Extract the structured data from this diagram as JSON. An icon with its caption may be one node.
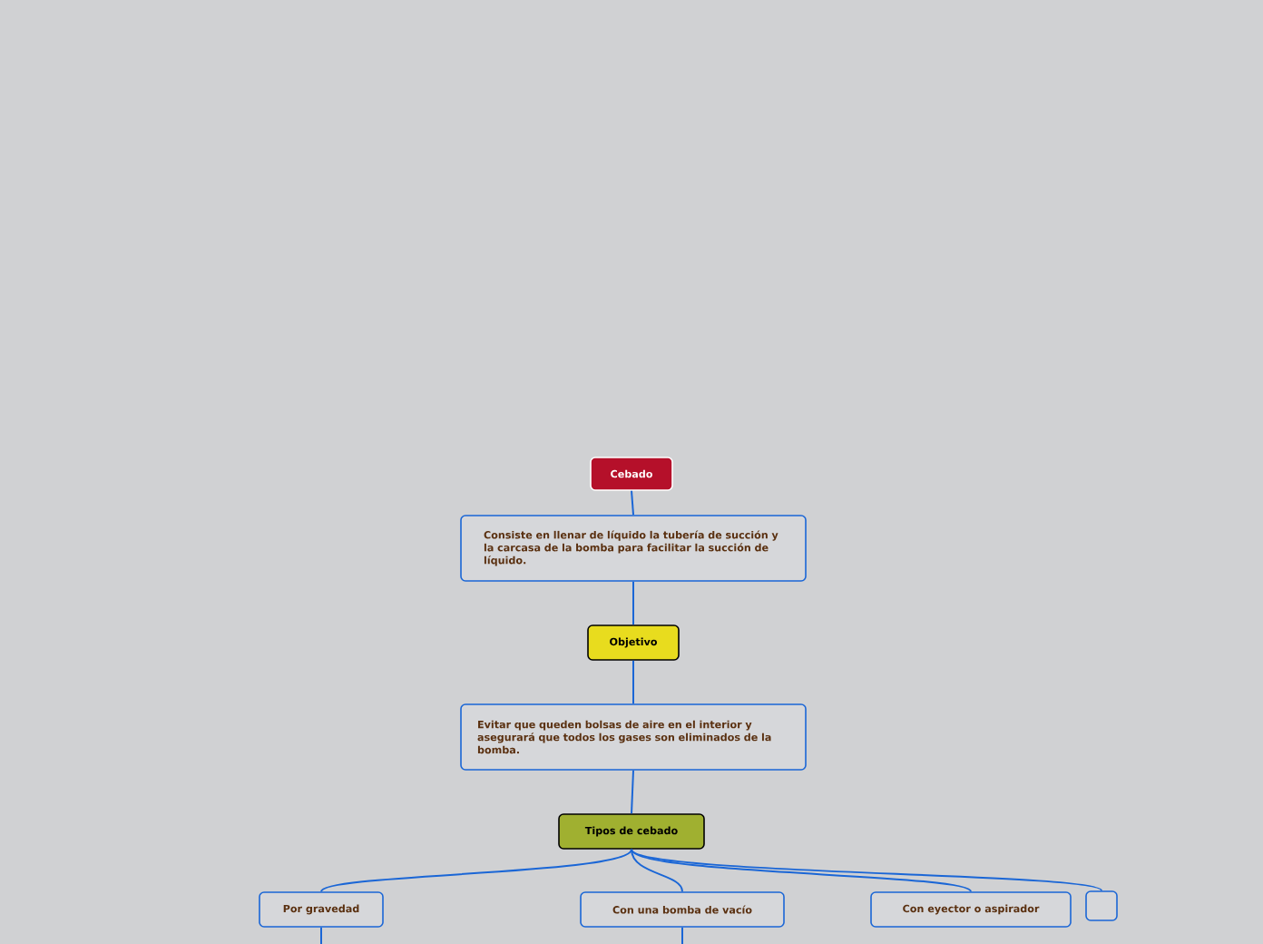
{
  "diagram": {
    "nodes": [
      {
        "text": [
          "Cebado"
        ]
      },
      {
        "text": [
          "Consiste en llenar de líquido la tubería de succión y la carcasa de la bomba para facilitar la succión de líquido."
        ]
      },
      {
        "text": [
          "Objetivo"
        ]
      },
      {
        "text": [
          "Evitar que queden bolsas de aire en el interior y asegurará que todos los gases son eliminados de la bomba."
        ]
      },
      {
        "text": [
          "Tipos de cebado"
        ]
      },
      {
        "text": [
          "Por gravedad"
        ]
      },
      {
        "text": [
          "Con una bomba de vacío"
        ]
      },
      {
        "text": [
          "Con eyector o aspirador"
        ]
      },
      {
        "text": [],
        "shape": "box"
      }
    ],
    "edges": [
      {
        "from": 0,
        "to": 1,
        "arrow": "none"
      },
      {
        "from": 1,
        "to": 2,
        "arrow": "none"
      },
      {
        "from": 2,
        "to": 3,
        "arrow": "none"
      },
      {
        "from": 3,
        "to": 4,
        "arrow": "none"
      },
      {
        "from": 4,
        "to": 5,
        "arrow": "none"
      },
      {
        "from": 4,
        "to": 6,
        "arrow": "none"
      },
      {
        "from": 4,
        "to": 7,
        "arrow": "none"
      },
      {
        "from": 4,
        "to": 8,
        "arrow": "none"
      },
      {
        "from": 5,
        "to": null,
        "arrow": "none"
      },
      {
        "from": 6,
        "to": null,
        "arrow": "none"
      }
    ]
  }
}
